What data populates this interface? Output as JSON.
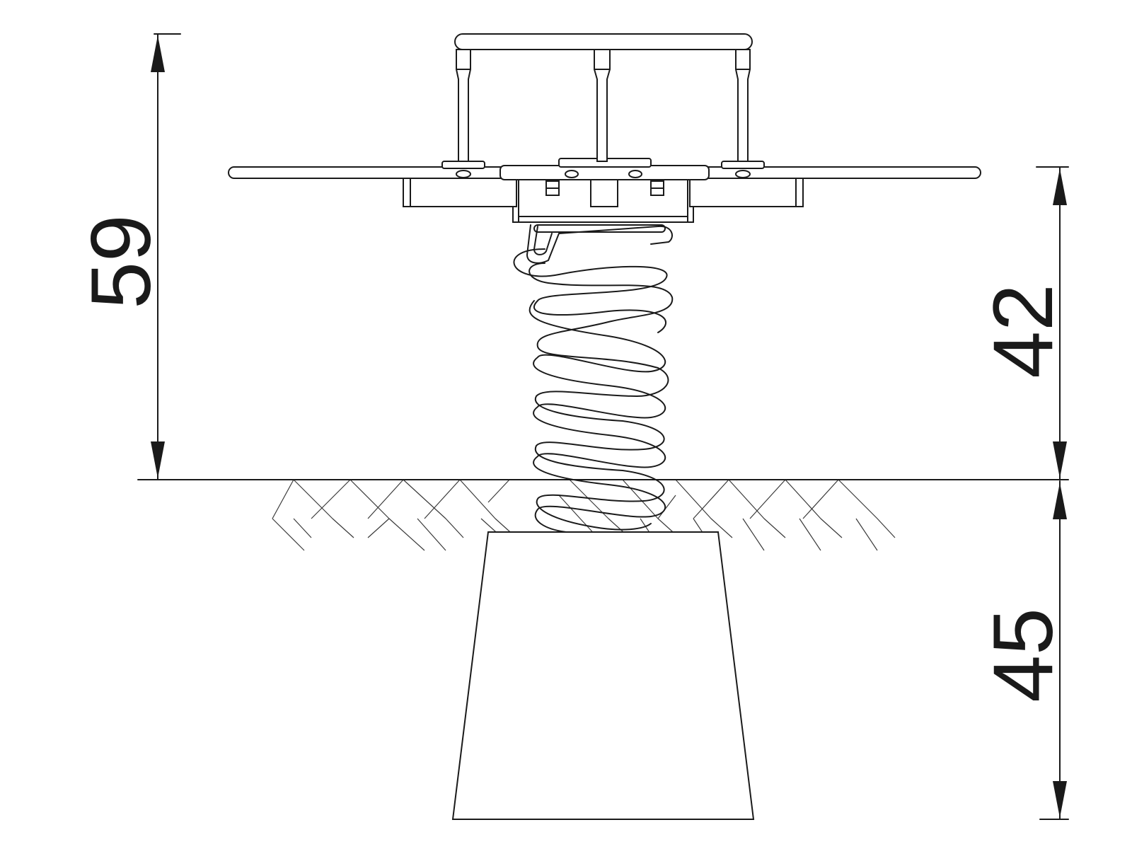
{
  "dimensions": {
    "total_height_label": "59",
    "platform_height_label": "42",
    "foundation_depth_label": "45"
  },
  "colors": {
    "line": "#1a1a1a",
    "background": "#ffffff"
  }
}
